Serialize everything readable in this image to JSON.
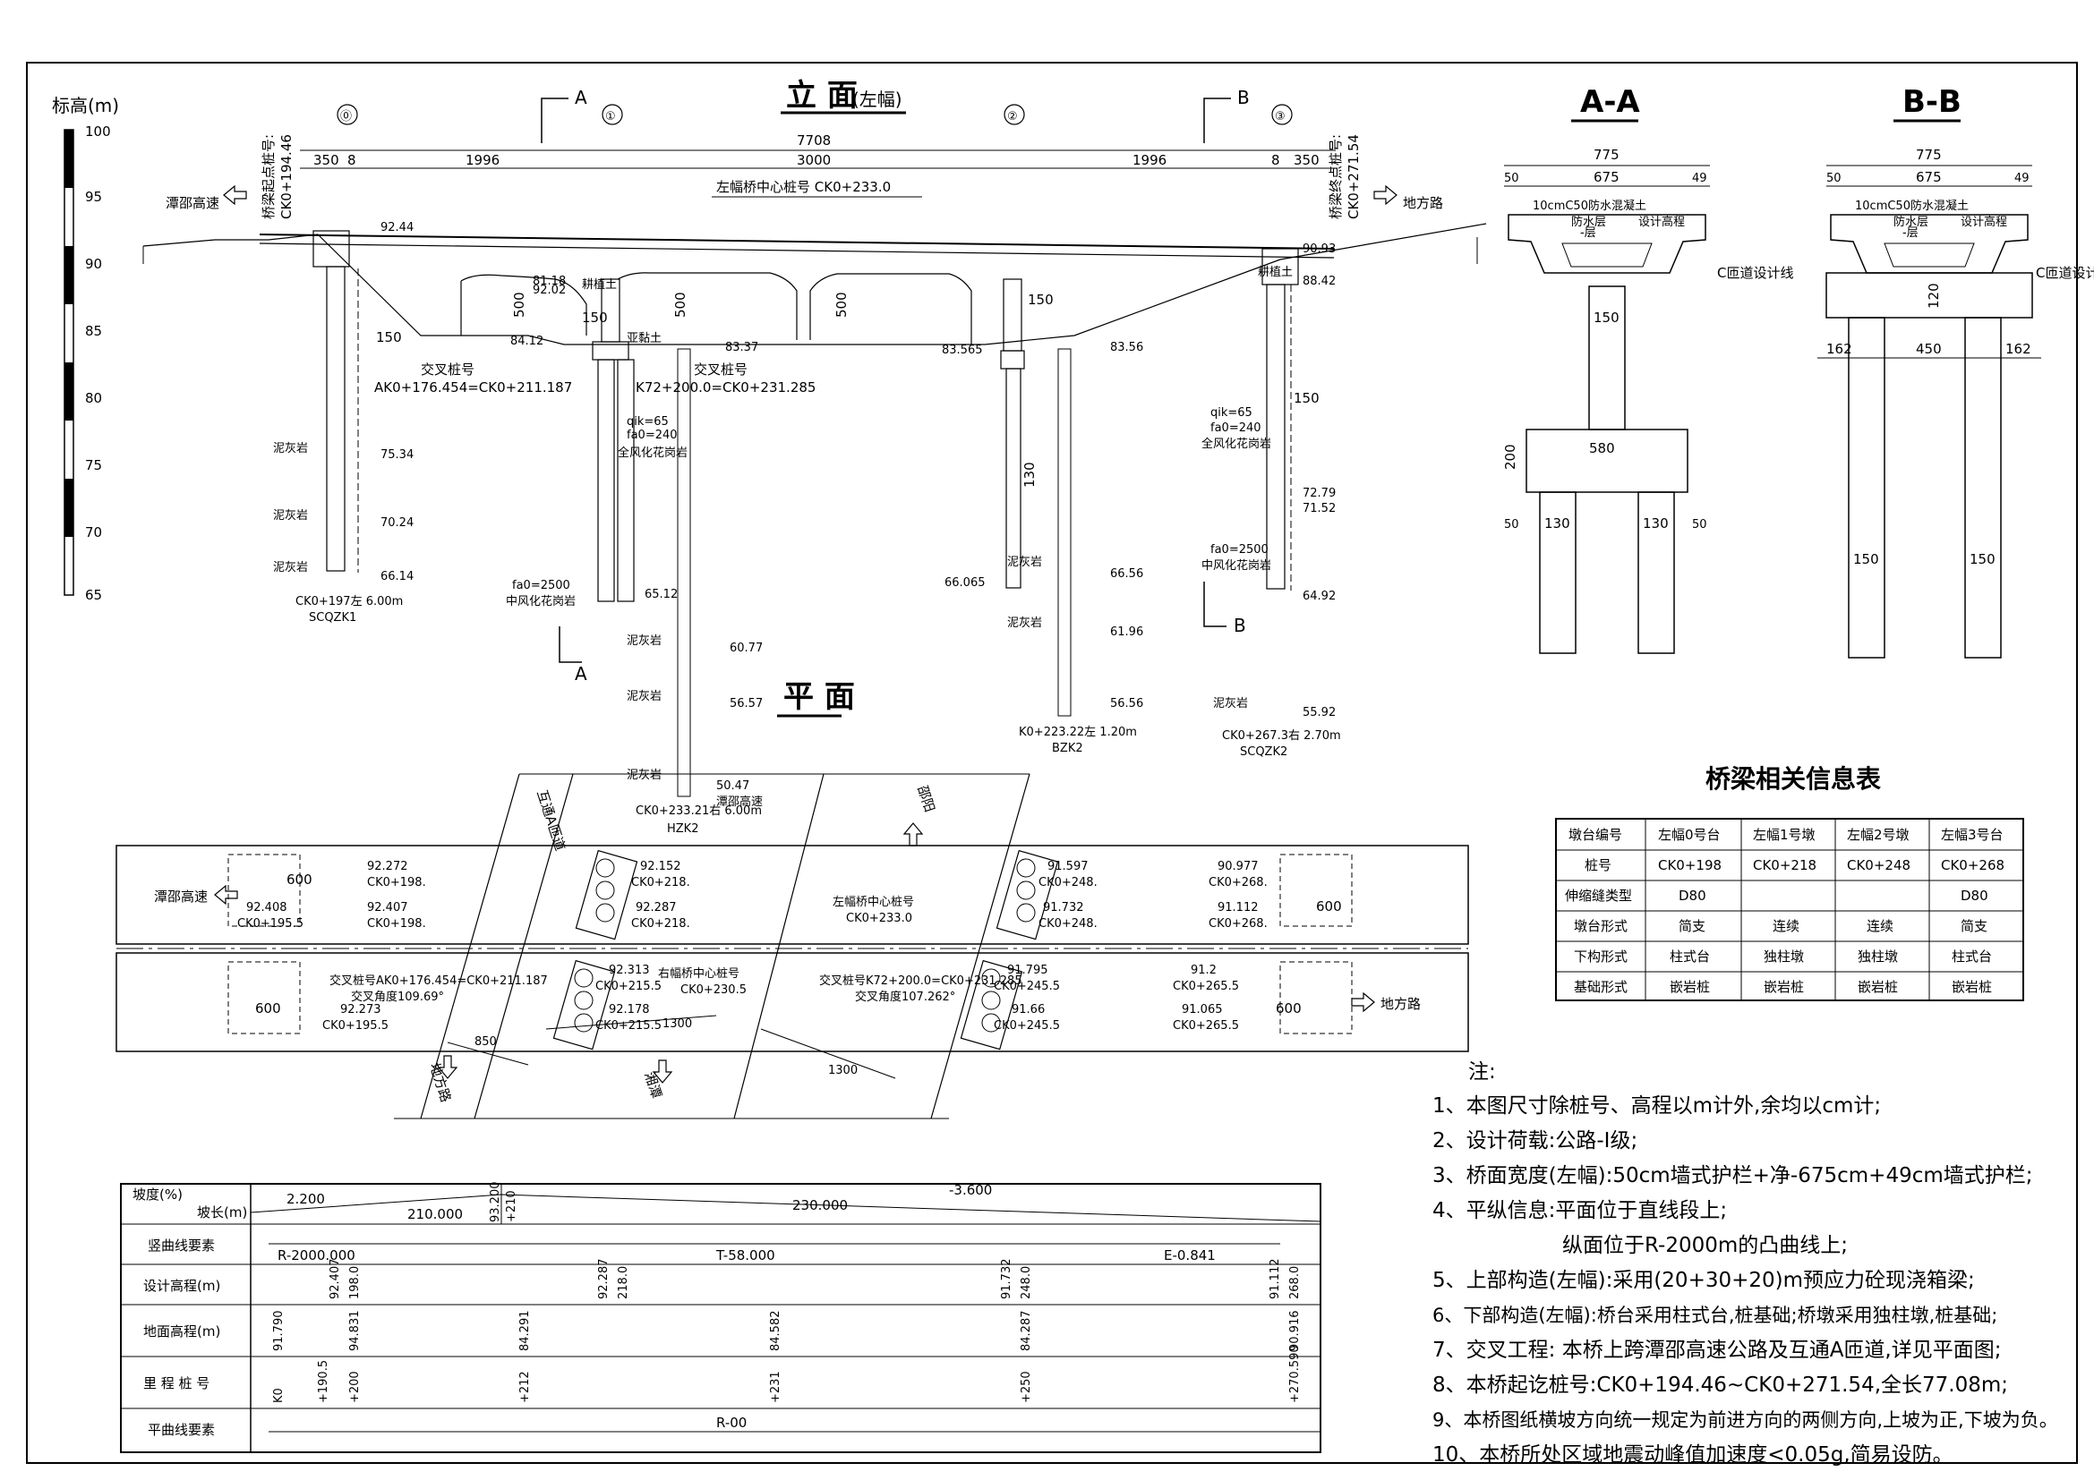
{
  "elev": {
    "title": "立 面",
    "side": "(左幅)",
    "axis_label": "标高(m)",
    "axis_ticks": [
      "100",
      "95",
      "90",
      "85",
      "80",
      "75",
      "70",
      "65"
    ],
    "piers": [
      "⓪",
      "①",
      "②",
      "③"
    ],
    "section_marks": [
      "A",
      "B"
    ],
    "total_span": "7708",
    "spans": [
      "350",
      "8",
      "1996",
      "3000",
      "1996",
      "8",
      "350"
    ],
    "center_pile": "左幅桥中心桩号  CK0+233.0",
    "start_pile_label": "桥梁起点桩号:",
    "start_pile": "CK0+194.46",
    "end_pile_label": "桥梁终点桩号:",
    "end_pile": "CK0+271.54",
    "left_road": "潭邵高速",
    "right_road": "地方路",
    "heights": [
      "500",
      "500",
      "500",
      "150",
      "150",
      "150",
      "130",
      "150"
    ],
    "cross1_label": "交叉桩号",
    "cross1": "AK0+176.454=CK0+211.187",
    "cross2_label": "交叉桩号",
    "cross2": "K72+200.0=CK0+231.285",
    "levels": [
      "92.44",
      "92.02",
      "83.37",
      "83.565",
      "83.56",
      "90.93",
      "88.42",
      "84.12",
      "81.18",
      "75.34",
      "70.24",
      "66.14",
      "65.12",
      "66.065",
      "66.56",
      "61.96",
      "56.56",
      "72.79",
      "71.52",
      "64.92",
      "55.92",
      "60.77",
      "56.57",
      "50.47"
    ],
    "rock_labels": [
      "泥灰岩",
      "泥灰岩",
      "泥灰岩",
      "泥灰岩",
      "泥灰岩",
      "泥灰岩",
      "泥灰岩",
      "泥灰岩",
      "泥灰岩"
    ],
    "soil_labels": [
      "耕植土",
      "亚黏土",
      "耕植土"
    ],
    "strata_notes": [
      "qik=65",
      "fa0=240",
      "全风化花岗岩",
      "fa0=2500",
      "中风化花岗岩",
      "qik=65",
      "fa0=240",
      "全风化花岗岩",
      "fa0=2500",
      "中风化花岗岩"
    ],
    "boreholes": [
      {
        "pile": "CK0+197左 6.00m",
        "id": "SCQZK1"
      },
      {
        "pile": "CK0+233.21右 6.00m",
        "id": "HZK2"
      },
      {
        "pile": "K0+223.22左 1.20m",
        "id": "BZK2"
      },
      {
        "pile": "CK0+267.3右 2.70m",
        "id": "SCQZK2"
      }
    ],
    "under_road": "潭邵高速"
  },
  "plan": {
    "title": "平 面",
    "left_road": "潭邵高速",
    "right_road": "地方路",
    "ramp": "互通A匝道",
    "to_city": "邵阳",
    "to_xiangtan": "湘潭",
    "local_road": "地方路",
    "abut_width": "600",
    "upper_levels": [
      "92.272",
      "CK0+198.",
      "92.407",
      "CK0+198.",
      "92.152",
      "CK0+218.",
      "92.287",
      "CK0+218.",
      "91.597",
      "CK0+248.",
      "91.732",
      "CK0+248.",
      "90.977",
      "CK0+268.",
      "91.112",
      "CK0+268."
    ],
    "upper_left": [
      "92.408",
      "CK0+195.5"
    ],
    "center_left": "左幅桥中心桩号",
    "center_left_val": "CK0+233.0",
    "center_right": "右幅桥中心桩号",
    "center_right_val": "CK0+230.5",
    "lower_levels": [
      "92.313",
      "CK0+215.5",
      "92.178",
      "CK0+215.5",
      "91.795",
      "CK0+245.5",
      "91.66",
      "CK0+245.5",
      "91.2",
      "CK0+265.5",
      "91.065",
      "CK0+265.5",
      "92.273",
      "CK0+195.5"
    ],
    "cross1": "交叉桩号AK0+176.454=CK0+211.187",
    "angle1": "交叉角度109.69°",
    "cross2": "交叉桩号K72+200.0=CK0+231.285",
    "angle2": "交叉角度107.262°",
    "dims": [
      "850",
      "1300",
      "1300"
    ]
  },
  "aa": {
    "title": "A-A",
    "width": "775",
    "parts": [
      "50",
      "675",
      "49"
    ],
    "deck_note": "10cmC50防水混凝土",
    "waterproof": "防水层",
    "design_elev": "设计高程",
    "layer": "-层",
    "side_note": "C匝道设计线",
    "pier": "150",
    "cap_w": "580",
    "cap_h": "200",
    "piles": [
      "50",
      "130",
      "130",
      "50"
    ]
  },
  "bb": {
    "title": "B-B",
    "width": "775",
    "parts": [
      "50",
      "675",
      "49"
    ],
    "deck_note": "10cmC50防水混凝土",
    "waterproof": "防水层",
    "design_elev": "设计高程",
    "layer": "-层",
    "side_note": "C匝道设计线",
    "h": "120",
    "spacing": [
      "162",
      "450",
      "162"
    ],
    "piles": [
      "150",
      "150"
    ]
  },
  "info": {
    "title": "桥梁相关信息表",
    "headers": [
      "墩台编号",
      "左幅0号台",
      "左幅1号墩",
      "左幅2号墩",
      "左幅3号台"
    ],
    "rows": [
      [
        "桩号",
        "CK0+198",
        "CK0+218",
        "CK0+248",
        "CK0+268"
      ],
      [
        "伸缩缝类型",
        "D80",
        "",
        "",
        "D80"
      ],
      [
        "墩台形式",
        "简支",
        "连续",
        "连续",
        "简支"
      ],
      [
        "下构形式",
        "柱式台",
        "独柱墩",
        "独柱墩",
        "柱式台"
      ],
      [
        "基础形式",
        "嵌岩桩",
        "嵌岩桩",
        "嵌岩桩",
        "嵌岩桩"
      ]
    ]
  },
  "notes": {
    "title": "注:",
    "items": [
      "1、本图尺寸除桩号、高程以m计外,余均以cm计;",
      "2、设计荷载:公路-I级;",
      "3、桥面宽度(左幅):50cm墙式护栏+净-675cm+49cm墙式护栏;",
      "4、平纵信息:平面位于直线段上;",
      "纵面位于R-2000m的凸曲线上;",
      "5、上部构造(左幅):采用(20+30+20)m预应力砼现浇箱梁;",
      "6、下部构造(左幅):桥台采用柱式台,桩基础;桥墩采用独柱墩,桩基础;",
      "7、交叉工程: 本桥上跨潭邵高速公路及互通A匝道,详见平面图;",
      "8、本桥起讫桩号:CK0+194.46~CK0+271.54,全长77.08m;",
      "9、本桥图纸横坡方向统一规定为前进方向的两侧方向,上坡为正,下坡为负。",
      "10、本桥所处区域地震动峰值加速度<0.05g,简易设防。"
    ]
  },
  "profile": {
    "row_labels": [
      "坡度(%)",
      "坡长(m)",
      "竖曲线要素",
      "设计高程(m)",
      "地面高程(m)",
      "里 程 桩 号",
      "平曲线要素"
    ],
    "grades": [
      "2.200",
      "210.000",
      "93.200",
      "+210",
      "-3.600",
      "230.000"
    ],
    "vcurve": [
      "R-2000.000",
      "T-58.000",
      "E-0.841"
    ],
    "design": [
      "92.407",
      "198.0",
      "92.287",
      "218.0",
      "91.732",
      "248.0",
      "91.112",
      "268.0"
    ],
    "ground": [
      "91.790",
      "94.831",
      "84.291",
      "84.582",
      "84.287",
      "90.916"
    ],
    "stations": [
      "K0",
      "+190.5",
      "+200",
      "+212",
      "+231",
      "+250",
      "+270.590"
    ],
    "hcurve": "R-00"
  }
}
